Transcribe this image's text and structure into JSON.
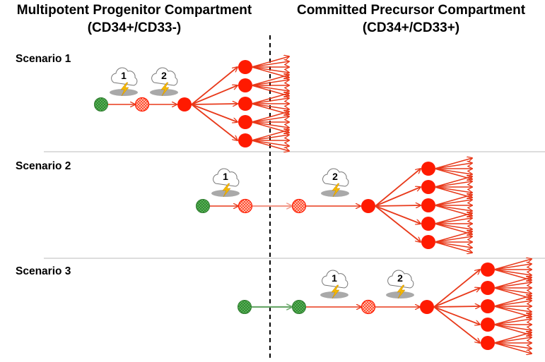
{
  "headers": {
    "left": {
      "title": "Multipotent Progenitor Compartment",
      "subtitle": "(CD34+/CD33-)"
    },
    "right": {
      "title": "Committed Precursor Compartment",
      "subtitle": "(CD34+/CD33+)"
    }
  },
  "scenarios": [
    {
      "label": "Scenario 1",
      "hits": [
        "1",
        "2"
      ],
      "compartment_of_expansion": "left"
    },
    {
      "label": "Scenario 2",
      "hits": [
        "1",
        "2"
      ],
      "compartment_of_expansion": "right"
    },
    {
      "label": "Scenario 3",
      "hits": [
        "1",
        "2"
      ],
      "compartment_of_expansion": "right"
    }
  ],
  "colors": {
    "normal_cell": "#3a9a3a",
    "mutant_cell": "#ff1a00",
    "arrow_red": "#e8391a",
    "arrow_green": "#6aa86a",
    "divider": "#000000",
    "lightning": "#f5b800",
    "cloud_fill": "#ffffff",
    "separator": "#bbbbbb"
  },
  "icons": {
    "hit": "storm-cloud-lightning-icon",
    "normal_cell": "green-cell-icon",
    "intermediate_cell": "hatched-red-cell-icon",
    "leukemic_cell": "red-cell-icon"
  }
}
